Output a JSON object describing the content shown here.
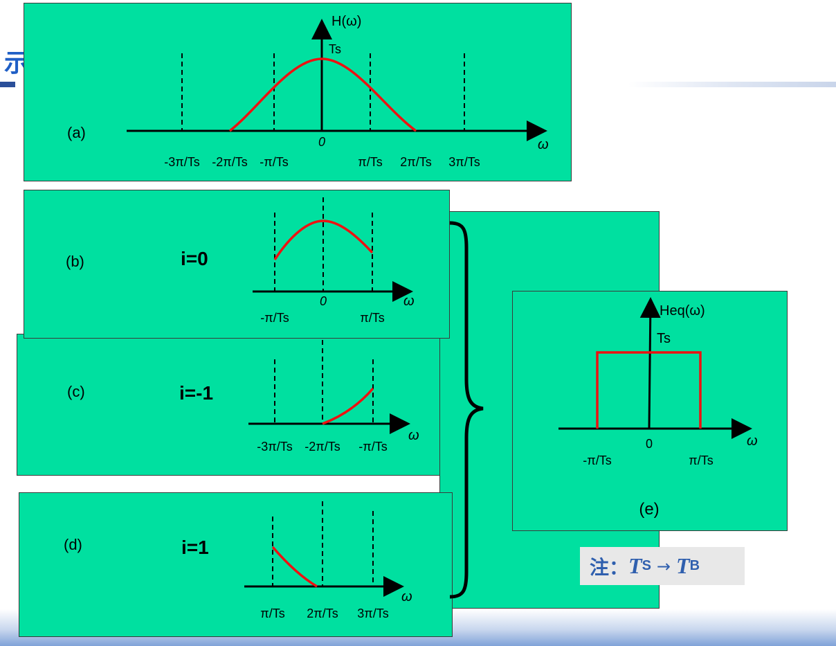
{
  "title": "示例",
  "colon": ":",
  "panels": {
    "a": {
      "tag": "(a)",
      "ylabel": "H(ω)",
      "peak": "Ts",
      "xlabel": "ω",
      "ticks": [
        "-3π/Ts",
        "-2π/Ts",
        "-π/Ts",
        "0",
        "π/Ts",
        "2π/Ts",
        "3π/Ts"
      ]
    },
    "b": {
      "tag": "(b)",
      "index": "i=0",
      "xlabel": "ω",
      "ticks": [
        "-π/Ts",
        "0",
        "π/Ts"
      ]
    },
    "c": {
      "tag": "(c)",
      "index": "i=-1",
      "xlabel": "ω",
      "ticks": [
        "-3π/Ts",
        "-2π/Ts",
        "-π/Ts"
      ]
    },
    "d": {
      "tag": "(d)",
      "index": "i=1",
      "xlabel": "ω",
      "ticks": [
        "π/Ts",
        "2π/Ts",
        "3π/Ts"
      ]
    },
    "e": {
      "tag": "(e)",
      "ylabel": "Heq(ω)",
      "level": "Ts",
      "xlabel": "ω",
      "ticks": [
        "-π/Ts",
        "0",
        "π/Ts"
      ]
    }
  },
  "note": {
    "prefix": "注：",
    "from_T": "T",
    "from_sub": "S",
    "arrow": "→",
    "to_T": "T",
    "to_sub": "B"
  },
  "colors": {
    "panel": "#00e0a0",
    "curve": "#ee1111",
    "axis": "#000000",
    "title": "#1f5fc6"
  }
}
